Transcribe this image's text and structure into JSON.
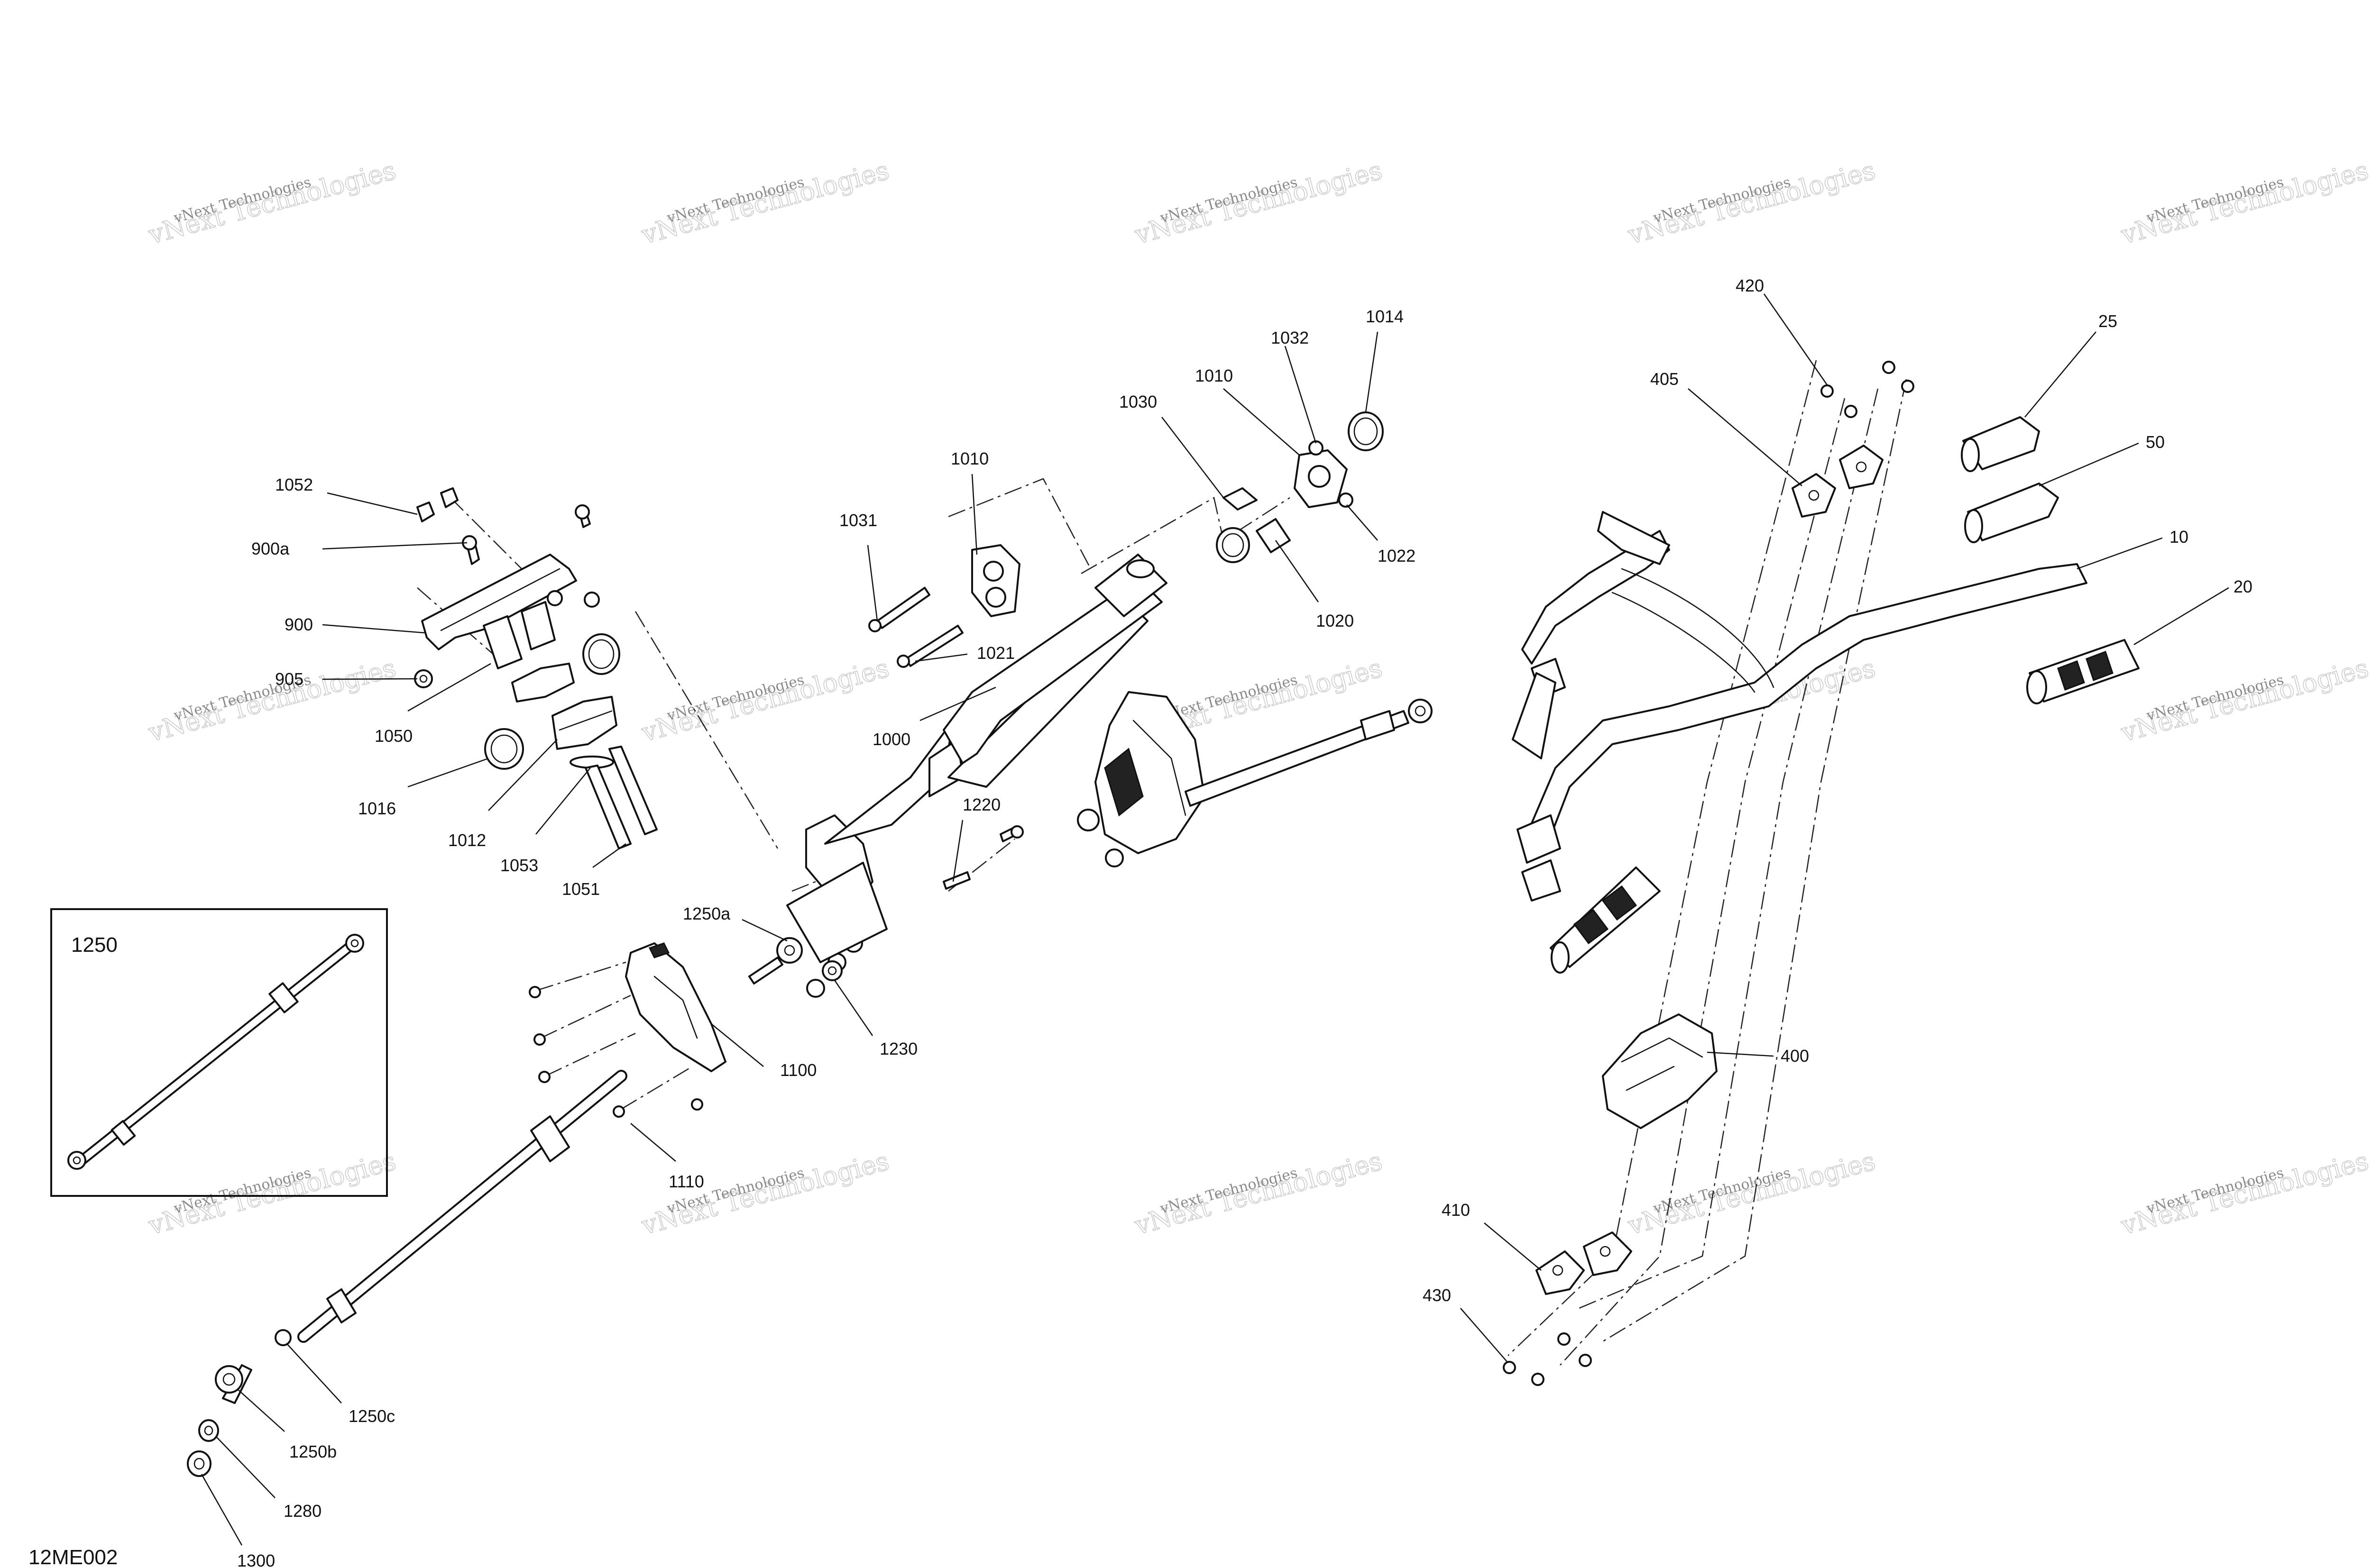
{
  "diagram": {
    "reference_code": "12ME002",
    "inset_label": "1250",
    "watermark": {
      "line1": "vNext Technologies",
      "line2": "vNext Technologies"
    },
    "callouts": {
      "c1052": "1052",
      "c900a": "900a",
      "c900": "900",
      "c905": "905",
      "c1050": "1050",
      "c1016": "1016",
      "c1012": "1012",
      "c1053": "1053",
      "c1051": "1051",
      "c1031": "1031",
      "c1010a": "1010",
      "c1021": "1021",
      "c1000": "1000",
      "c1030": "1030",
      "c1010b": "1010",
      "c1032": "1032",
      "c1014": "1014",
      "c1022": "1022",
      "c1020": "1020",
      "c1220": "1220",
      "c1250a": "1250a",
      "c1230": "1230",
      "c1100": "1100",
      "c1110": "1110",
      "c1250c": "1250c",
      "c1250b": "1250b",
      "c1280": "1280",
      "c1300": "1300",
      "c420": "420",
      "c405": "405",
      "c25": "25",
      "c50": "50",
      "c10": "10",
      "c20": "20",
      "c400": "400",
      "c410": "410",
      "c430": "430"
    }
  }
}
